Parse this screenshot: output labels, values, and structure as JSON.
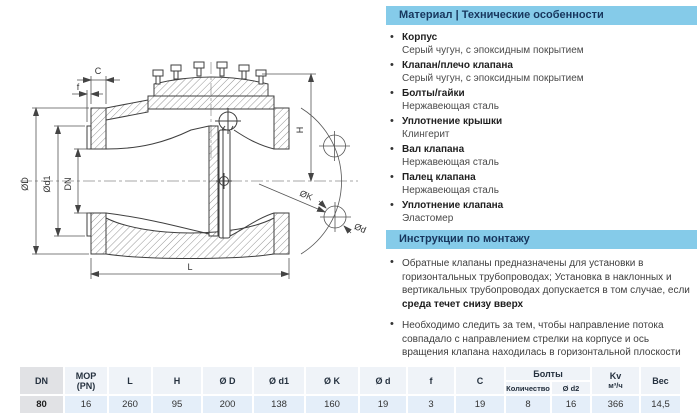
{
  "colors": {
    "section_header_bg": "#85cbe9",
    "section_header_text": "#17365d",
    "table_header_bg": "#eff3f8",
    "table_dn_bg": "#e1e2e5",
    "table_data_bg": "#e4eef9"
  },
  "drawing": {
    "labels": {
      "c": "C",
      "f": "f",
      "od": "ØD",
      "od1": "Ød1",
      "dn": "DN",
      "h": "H",
      "l": "L",
      "ok": "ØK",
      "odd": "Ød"
    }
  },
  "material": {
    "title": "Материал | Технические особенности",
    "items": [
      {
        "title": "Корпус",
        "value": "Серый чугун, с эпоксидным покрытием"
      },
      {
        "title": "Клапан/плечо клапана",
        "value": "Серый чугун, с эпоксидным покрытием"
      },
      {
        "title": "Болты/гайки",
        "value": "Нержавеющая сталь"
      },
      {
        "title": "Уплотнение крышки",
        "value": "Клингерит"
      },
      {
        "title": "Вал клапана",
        "value": "Нержавеющая сталь"
      },
      {
        "title": "Палец клапана",
        "value": "Нержавеющая сталь"
      },
      {
        "title": "Уплотнение клапана",
        "value": "Эластомер"
      }
    ]
  },
  "installation": {
    "title": "Инструкции по монтажу",
    "items": [
      {
        "text": "Обратные клапаны предназначены для установки в горизонтальных трубопроводах; Установка в наклонных и вертикальных трубопроводах допускается в том случае, если ",
        "bold": "среда течет снизу вверх"
      },
      {
        "text": "Необходимо следить за тем, чтобы направление потока совпадало с направлением стрелки на корпусе и ось вращения клапана находилась в горизонтальной плоскости",
        "bold": ""
      }
    ]
  },
  "table": {
    "headers": {
      "dn": "DN",
      "mop": "MOP",
      "mop2": "(PN)",
      "l": "L",
      "h": "H",
      "d_big": "Ø D",
      "d1": "Ø d1",
      "k": "Ø K",
      "d_small": "Ø d",
      "f": "f",
      "c": "C",
      "bolts_group": "Болты",
      "qty": "Количество",
      "d2": "Ø d2",
      "kv": "Kv",
      "kv_unit": "м³/ч",
      "weight": "Вес"
    },
    "row": {
      "dn": "80",
      "mop": "16",
      "l": "260",
      "h": "95",
      "d_big": "200",
      "d1": "138",
      "k": "160",
      "d_small": "19",
      "f": "3",
      "c": "19",
      "qty": "8",
      "d2": "16",
      "kv": "366",
      "weight": "14,5"
    }
  }
}
